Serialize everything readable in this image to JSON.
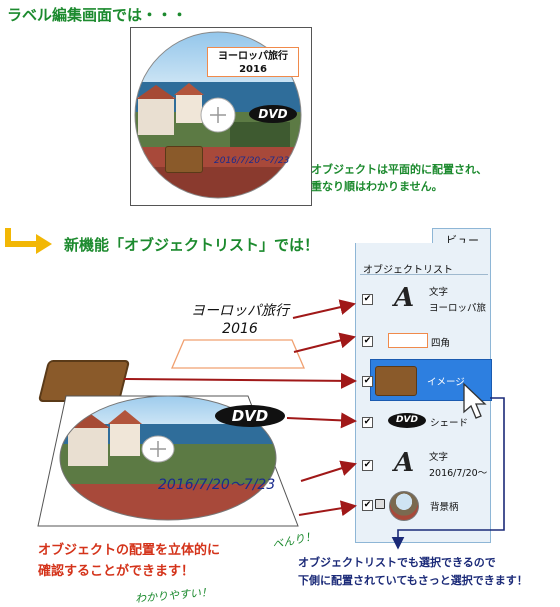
{
  "heading_top": "ラベル編集画面では・・・",
  "disc_label": {
    "title": "ヨーロッパ旅行",
    "year": "2016",
    "dvd_logo": "DVD",
    "date": "2016/7/20〜7/23"
  },
  "note_flat": [
    "オブジェクトは平面的に配置され、",
    "重なり順はわかりません。"
  ],
  "heading_new": "新機能「オブジェクトリスト」では！",
  "floating_title": "ヨーロッパ旅行",
  "floating_year": "2016",
  "floating_dvd": "DVD",
  "floating_date": "2016/7/20〜7/23",
  "panel": {
    "tab": "ビュー",
    "title": "オブジェクトリスト",
    "rows": [
      {
        "label": "文字",
        "sub": "ヨーロッパ旅"
      },
      {
        "label": "四角",
        "sub": ""
      },
      {
        "label": "イメージ",
        "sub": ""
      },
      {
        "label": "シェード",
        "sub": ""
      },
      {
        "label": "文字",
        "sub": "2016/7/20〜"
      },
      {
        "label": "背景柄",
        "sub": ""
      }
    ],
    "check": "✔"
  },
  "note_3d": [
    "オブジェクトの配置を立体的に",
    "確認することができます！"
  ],
  "hand_benri": "べんり！",
  "hand_wakari": "わかりやすい！",
  "note_select": [
    "オブジェクトリストでも選択できるので",
    "下側に配置されていてもさっと選択できます！"
  ],
  "colors": {
    "green": "#1c8a2e",
    "red_arrow": "#a01818",
    "navy": "#1b2a78",
    "accent_yellow": "#f2b705",
    "selection": "#2d7fe0"
  }
}
